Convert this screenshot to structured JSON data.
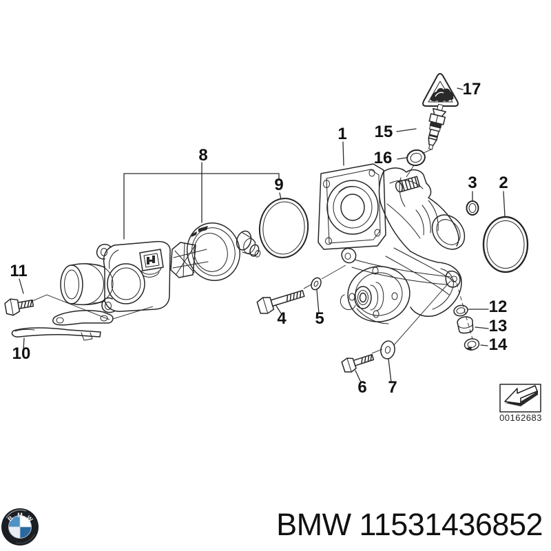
{
  "colors": {
    "background": "#ffffff",
    "line": "#1f1f1f",
    "logo_blue_light": "#4e92c6",
    "logo_blue_dark": "#2a68a0"
  },
  "diagram": {
    "callouts": [
      "1",
      "2",
      "3",
      "4",
      "5",
      "6",
      "7",
      "8",
      "9",
      "10",
      "11",
      "12",
      "13",
      "14",
      "15",
      "16",
      "17"
    ],
    "drawing_number": "00162683",
    "icons": {
      "warning": "warning-triangle-icon",
      "stamp": "arrow-down-left-icon"
    }
  },
  "footer": {
    "logo_letters": [
      "B",
      "M",
      "W"
    ],
    "part_number_label": "BMW 11531436852"
  }
}
